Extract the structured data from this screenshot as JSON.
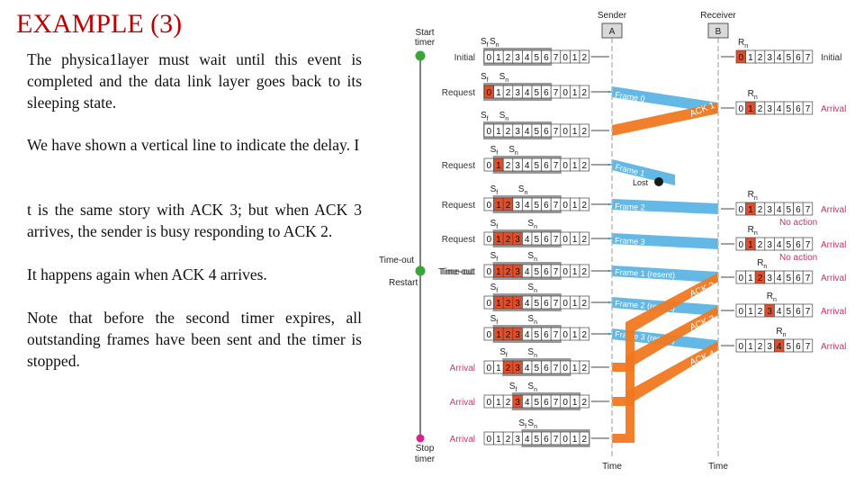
{
  "slide": {
    "title": "EXAMPLE (3)",
    "paragraphs": [
      "The physica1layer must wait until this event is completed and the data link layer goes back to its sleeping state.",
      "We have shown a vertical line to indicate the delay. I",
      "t is the same story with ACK 3; but when ACK 3 arrives, the sender is busy responding to ACK 2.",
      "It happens again when ACK 4 arrives.",
      "Note that before the second timer expires, all outstanding frames have been sent and the timer is stopped."
    ]
  },
  "diagram": {
    "colors": {
      "frame_arrow": "#5bb4e5",
      "ack_arrow": "#f07820",
      "highlight_cell": "#e24d2a",
      "window_shade": "#9a9a9a",
      "timer_green": "#3aa63a",
      "timer_stop": "#d4248a",
      "status_red": "#d12c6a",
      "event_red": "#c43a6a"
    },
    "sender_label": "Sender",
    "sender_box": "A",
    "receiver_label": "Receiver",
    "receiver_box": "B",
    "time_label": "Time",
    "timer_start": "Start\ntimer",
    "timer_stop": "Stop\ntimer",
    "timeout_label": "Time-out",
    "restart_label": "Restart",
    "timeout_label_right": "Time-out",
    "lost_label": "Lost",
    "sf": "Sf",
    "sn": "Sn",
    "rn": "Rn",
    "sender_seq": [
      "0",
      "1",
      "2",
      "3",
      "4",
      "5",
      "6",
      "7",
      "0",
      "1",
      "2"
    ],
    "receiver_seq": [
      "0",
      "1",
      "2",
      "3",
      "4",
      "5",
      "6",
      "7"
    ],
    "sender_rows": [
      {
        "event": "Initial",
        "event_color": "dark",
        "sf": 0,
        "sn": 0,
        "hl": []
      },
      {
        "event": "Request",
        "event_color": "dark",
        "sf": 0,
        "sn": 1,
        "hl": [
          0
        ]
      },
      {
        "event": "",
        "event_color": "dark",
        "sf": 0,
        "sn": 1,
        "hl": []
      },
      {
        "event": "Request",
        "event_color": "dark",
        "sf": 1,
        "sn": 2,
        "hl": [
          1
        ]
      },
      {
        "event": "Request",
        "event_color": "dark",
        "sf": 1,
        "sn": 3,
        "hl": [
          1,
          2
        ]
      },
      {
        "event": "Request",
        "event_color": "dark",
        "sf": 1,
        "sn": 4,
        "hl": [
          1,
          2,
          3
        ]
      },
      {
        "event": "Time-out",
        "event_color": "dark",
        "sf": 1,
        "sn": 4,
        "hl": [
          1,
          2,
          3
        ]
      },
      {
        "event": "",
        "event_color": "dark",
        "sf": 1,
        "sn": 4,
        "hl": [
          1,
          2,
          3
        ]
      },
      {
        "event": "",
        "event_color": "dark",
        "sf": 1,
        "sn": 4,
        "hl": [
          1,
          2,
          3
        ]
      },
      {
        "event": "",
        "event_color": "dark",
        "sf": 1,
        "sn": 4,
        "hl": [
          1,
          2,
          3
        ]
      },
      {
        "event": "Arrival",
        "event_color": "red",
        "sf": 2,
        "sn": 4,
        "hl": [
          2,
          3
        ]
      },
      {
        "event": "Arrival",
        "event_color": "red",
        "sf": 3,
        "sn": 4,
        "hl": [
          3
        ]
      },
      {
        "event": "Arrival",
        "event_color": "red",
        "sf": 4,
        "sn": 4,
        "hl": []
      }
    ],
    "receiver_rows": [
      {
        "status": "Initial",
        "status_color": "dark",
        "rn": 0,
        "note": ""
      },
      {
        "status": "Arrival",
        "status_color": "red",
        "rn": 1,
        "note": ""
      },
      {
        "status": "Arrival",
        "status_color": "red",
        "rn": 1,
        "note": "No action"
      },
      {
        "status": "Arrival",
        "status_color": "red",
        "rn": 1,
        "note": "No action"
      },
      {
        "status": "Arrival",
        "status_color": "red",
        "rn": 2,
        "note": ""
      },
      {
        "status": "Arrival",
        "status_color": "red",
        "rn": 3,
        "note": ""
      },
      {
        "status": "Arrival",
        "status_color": "red",
        "rn": 4,
        "note": ""
      }
    ],
    "frames": [
      "Frame 0",
      "Frame 1",
      "Frame 2",
      "Frame 3",
      "Frame 1 (resent)",
      "Frame 2 (resent)",
      "Frame 3 (resent)"
    ],
    "acks": [
      "ACK 1",
      "ACK 2",
      "ACK 3",
      "ACK 4"
    ]
  }
}
